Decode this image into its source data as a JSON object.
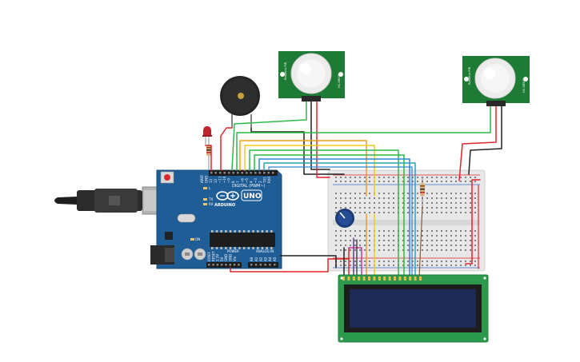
{
  "arduino": {
    "label_digital": "DIGITAL (PWM~)",
    "label_analog": "ANALOG IN",
    "label_power": "POWER",
    "brand": "ARDUINO",
    "model": "UNO",
    "pins_top": [
      "AREF",
      "GND",
      "13",
      "12",
      "~11",
      "~10",
      "~9",
      "8",
      "7",
      "~6",
      "~5",
      "4",
      "~3",
      "2",
      "TX1",
      "RX0"
    ],
    "led_labels": [
      "L",
      "TX",
      "RX"
    ],
    "on_label": "ON",
    "power_pins": [
      "IOREF",
      "RESET",
      "3.3V",
      "5V",
      "GND",
      "GND",
      "Vin"
    ],
    "analog_pins": [
      "A0",
      "A1",
      "A2",
      "A3",
      "A4",
      "A5"
    ]
  },
  "pir_sensor": {
    "side_left": "Robotics PIR",
    "side_right": "HC-SR501"
  },
  "colors": {
    "wire_green": "#2db84a",
    "wire_orange": "#f29a1c",
    "wire_yellow": "#f1cc16",
    "wire_blue": "#2f86d3",
    "wire_teal": "#25a7b6",
    "wire_red": "#e0262a",
    "wire_black": "#222222",
    "board_blue": "#1f5d96",
    "pir_green": "#1e7b35",
    "lcd_green": "#2b9a4c",
    "lcd_screen": "#1c2a55"
  }
}
